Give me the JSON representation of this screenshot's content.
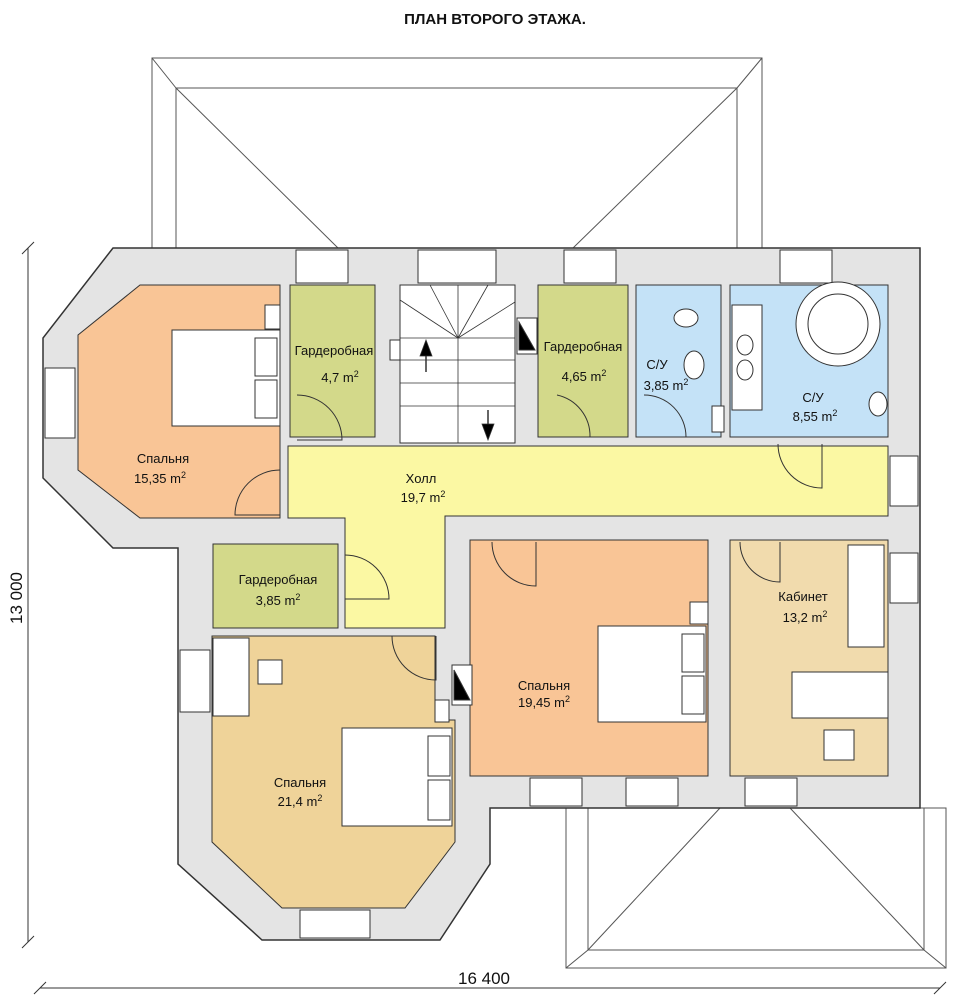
{
  "title": "ПЛАН ВТОРОГО ЭТАЖА.",
  "dimensions": {
    "width": "16 400",
    "height": "13 000"
  },
  "area_unit": "m",
  "area_exponent": "2",
  "colors": {
    "wall": "#e4e4e4",
    "bedroom_orange": "#f9c596",
    "bedroom_tan": "#efd399",
    "wardrobe": "#d3d98a",
    "bathroom": "#c4e2f7",
    "hall": "#fbf8a3",
    "cabinet": "#f1dbad"
  },
  "rooms": [
    {
      "id": "bedroom-1",
      "name": "Спальня",
      "area": "15,35"
    },
    {
      "id": "wardrobe-1",
      "name": "Гардеробная",
      "area": "4,7"
    },
    {
      "id": "wardrobe-2",
      "name": "Гардеробная",
      "area": "4,65"
    },
    {
      "id": "wc-1",
      "name": "С/У",
      "area": "3,85"
    },
    {
      "id": "wc-2",
      "name": "С/У",
      "area": "8,55"
    },
    {
      "id": "hall",
      "name": "Холл",
      "area": "19,7"
    },
    {
      "id": "wardrobe-3",
      "name": "Гардеробная",
      "area": "3,85"
    },
    {
      "id": "bedroom-3",
      "name": "Спальня",
      "area": "19,45"
    },
    {
      "id": "cabinet",
      "name": "Кабинет",
      "area": "13,2"
    },
    {
      "id": "bedroom-2",
      "name": "Спальня",
      "area": "21,4"
    }
  ]
}
